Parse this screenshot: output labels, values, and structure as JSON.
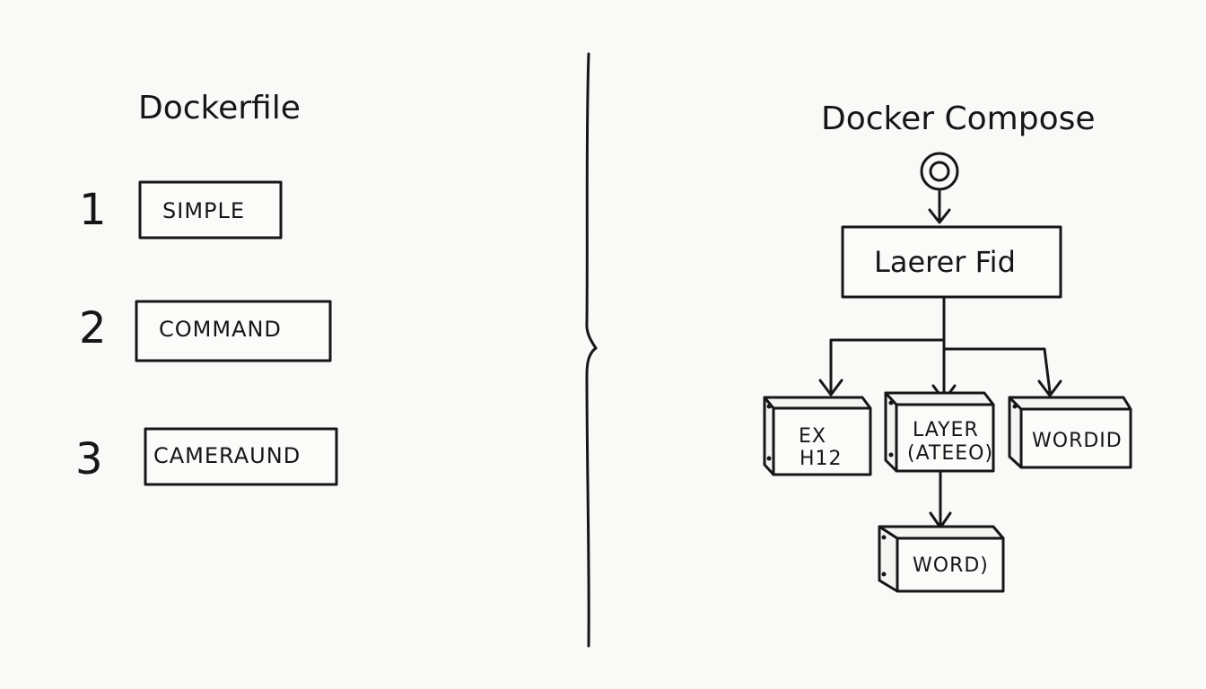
{
  "left": {
    "title": "Dockerfile",
    "items": [
      {
        "number": "1",
        "label": "SIMPLE"
      },
      {
        "number": "2",
        "label": "COMMAND"
      },
      {
        "number": "3",
        "label": "CAMERAUND"
      }
    ]
  },
  "right": {
    "title": "Docker Compose",
    "root_label": "Laerer Fid",
    "children": [
      {
        "label_line1": "EX",
        "label_line2": "H12"
      },
      {
        "label_line1": "LAYER",
        "label_line2": "(ATEEO)"
      },
      {
        "label": "WORDID"
      }
    ],
    "leaf": {
      "label": "WORD)"
    }
  }
}
